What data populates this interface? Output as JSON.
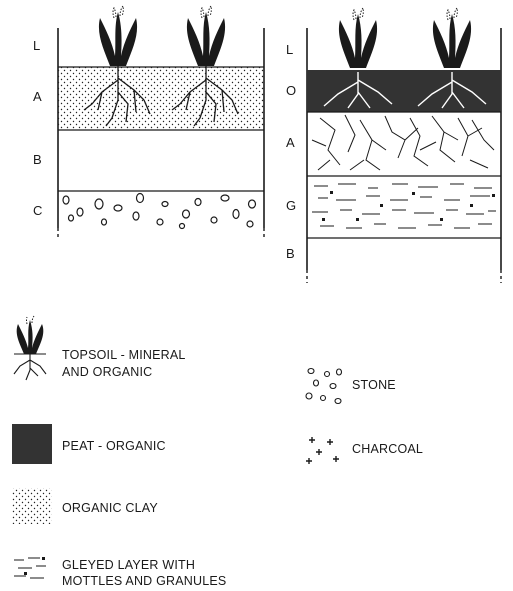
{
  "profile_left": {
    "horizons": [
      "L",
      "A",
      "B",
      "C"
    ]
  },
  "profile_right": {
    "horizons": [
      "L",
      "O",
      "A",
      "G",
      "B"
    ]
  },
  "legend": {
    "topsoil": {
      "line1": "TOPSOIL - MINERAL",
      "line2": "AND ORGANIC"
    },
    "peat": "PEAT - ORGANIC",
    "organic_clay": "ORGANIC CLAY",
    "gleyed": {
      "line1": "GLEYED LAYER WITH",
      "line2": "MOTTLES AND GRANULES"
    },
    "stone": "STONE",
    "charcoal": "CHARCOAL"
  },
  "colors": {
    "ink": "#1a1a1a",
    "peat": "#333333",
    "paper": "#ffffff"
  }
}
